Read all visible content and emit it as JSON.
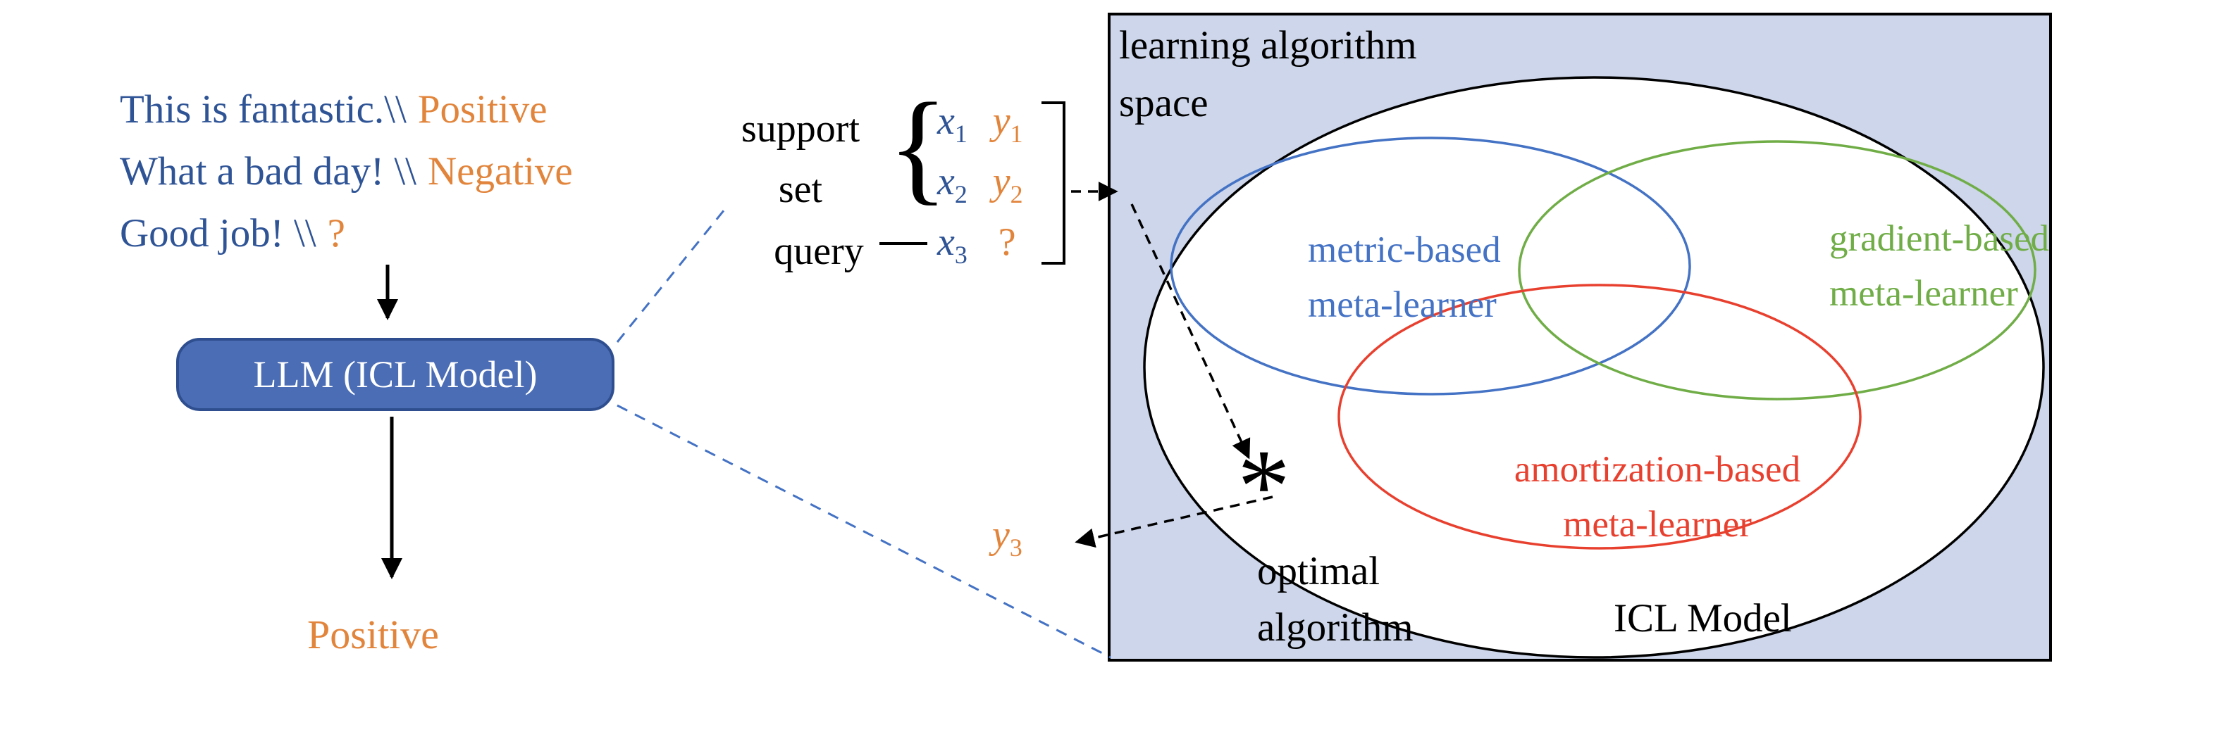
{
  "colors": {
    "prompt_blue": "#2F5496",
    "label_orange": "#E2853C",
    "button_fill": "#4A6DB5",
    "button_border": "#2E4E8F",
    "panel_fill": "#CDD6EA",
    "metric_blue": "#4472C4",
    "gradient_green": "#70AD47",
    "amortization_red": "#E8402F"
  },
  "prompt": {
    "lines": [
      {
        "input": "This is fantastic.\\\\",
        "label": "Positive"
      },
      {
        "input": "What a bad day! \\\\",
        "label": "Negative"
      },
      {
        "input": "Good job! \\\\",
        "label": "?"
      }
    ],
    "output": "Positive"
  },
  "model": {
    "label": "LLM (ICL Model)"
  },
  "episode": {
    "support_line1": "support",
    "support_line2": "set",
    "query_label": "query",
    "brace": "{",
    "pairs": [
      {
        "x": "x",
        "x_sub": "1",
        "y": "y",
        "y_sub": "1"
      },
      {
        "x": "x",
        "x_sub": "2",
        "y": "y",
        "y_sub": "2"
      }
    ],
    "query_x": "x",
    "query_x_sub": "3",
    "query_unknown": "?",
    "prediction": "y",
    "prediction_sub": "3"
  },
  "space": {
    "title_line1": "learning algorithm",
    "title_line2": "space",
    "metric_line1": "metric-based",
    "metric_line2": "meta-learner",
    "gradient_line1": "gradient-based",
    "gradient_line2": "meta-learner",
    "amortization_line1": "amortization-based",
    "amortization_line2": "meta-learner",
    "optimal_marker": "*",
    "optimal_line1": "optimal",
    "optimal_line2": "algorithm",
    "icl_label": "ICL Model"
  }
}
